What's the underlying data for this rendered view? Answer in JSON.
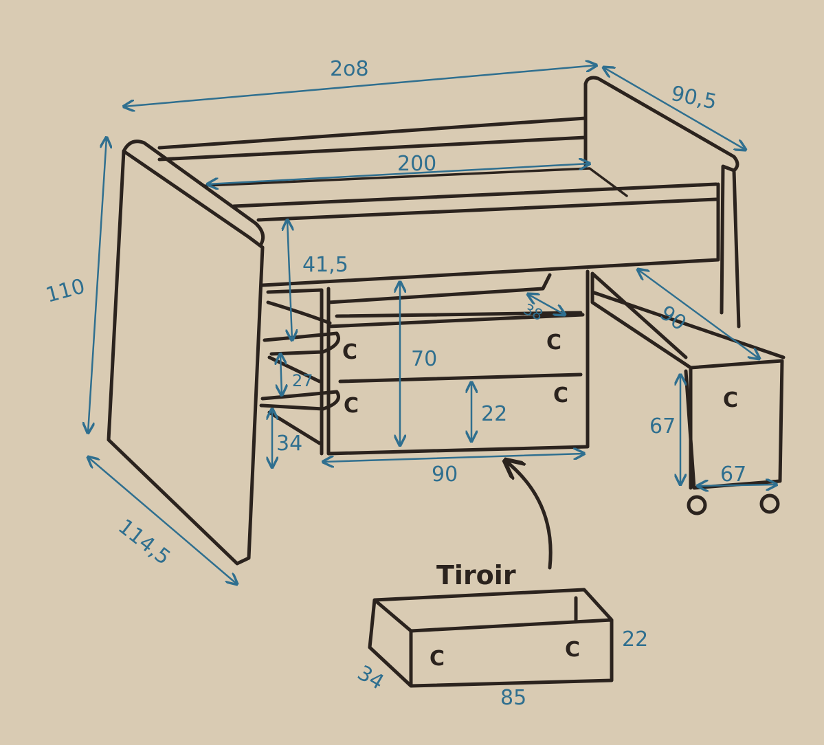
{
  "colors": {
    "paper": "#d9cbb3",
    "ink": "#2b231e",
    "dimension": "#2f6f8f"
  },
  "labels": {
    "title": "Tiroir",
    "bed_length_overall": "2o8",
    "bed_length_inner": "200",
    "bed_width": "90,5",
    "bed_height": "110",
    "side_panel_depth": "114,5",
    "rail_to_shelf": "41,5",
    "shelf_spacing": "27",
    "shelf_to_floor": "34",
    "desk_height": "70",
    "drawer_front_height": "22",
    "desk_width": "90",
    "desk_depth": "38",
    "pullout_length": "90",
    "pullout_height": "67",
    "pullout_width": "67",
    "drawer_height": "22",
    "drawer_depth": "34",
    "drawer_width": "85",
    "handle": "C"
  }
}
